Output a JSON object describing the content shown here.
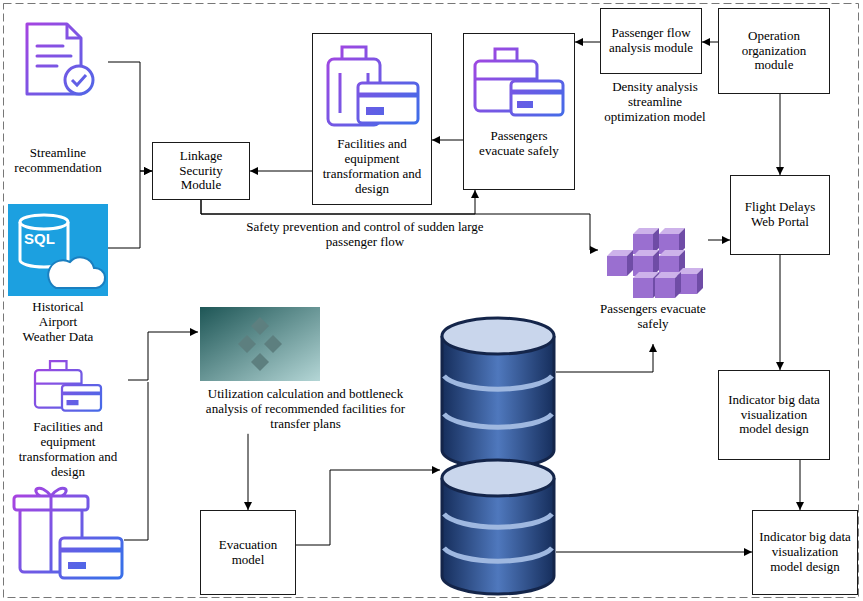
{
  "diagram": {
    "nodes": [
      {
        "text": [
          "Streamline recommendation"
        ]
      },
      {
        "text": [
          "Linkage Security Module"
        ]
      },
      {
        "text": [
          "Facilities and equipment transformation and design"
        ]
      },
      {
        "text": [
          "Passengers evacuate safely"
        ]
      },
      {
        "text": [
          "Passenger flow analysis module"
        ]
      },
      {
        "text": [
          "Operation organization module"
        ]
      },
      {
        "text": [
          "Passengers evacuate safely"
        ]
      },
      {
        "text": [
          "SQL",
          "Historical Airport Weather Data"
        ]
      },
      {
        "text": [
          "Flight Delays Web Portal"
        ]
      },
      {
        "text": [
          "Facilities and equipment transformation and design"
        ]
      },
      {
        "text": [
          "Utilization calculation and bottleneck analysis of recommended facilities for transfer plans"
        ]
      },
      {
        "text": [
          "Indicator big data visualization model design"
        ]
      },
      {
        "text": [
          "Evacuation model"
        ]
      },
      {
        "text": [
          "Indicator big data visualization model design"
        ]
      }
    ],
    "edges": [
      {
        "from": 0,
        "to": 1,
        "arrow": "to"
      },
      {
        "from": 7,
        "to": 1,
        "arrow": "to"
      },
      {
        "from": 5,
        "to": 4,
        "arrow": "to"
      },
      {
        "from": 4,
        "to": 3,
        "arrow": "to"
      },
      {
        "from": 5,
        "to": 8,
        "arrow": "to"
      },
      {
        "from": 3,
        "to": 2,
        "arrow": "to"
      },
      {
        "from": 2,
        "to": 1,
        "arrow": "to"
      },
      {
        "from": 1,
        "to": 3,
        "arrow": "to"
      },
      {
        "from": 1,
        "to": 6,
        "arrow": "to"
      },
      {
        "from": 6,
        "to": 8,
        "arrow": "to"
      },
      {
        "from": 8,
        "to": 11,
        "arrow": "to"
      },
      {
        "from": 11,
        "to": 13,
        "arrow": "to"
      },
      {
        "from": 9,
        "to": 10,
        "arrow": "to"
      },
      {
        "from": 10,
        "to": 12,
        "arrow": "to"
      }
    ],
    "labels": [
      "Density analysis streamline optimization model",
      "Safety prevention and control of sudden large passenger flow"
    ]
  }
}
